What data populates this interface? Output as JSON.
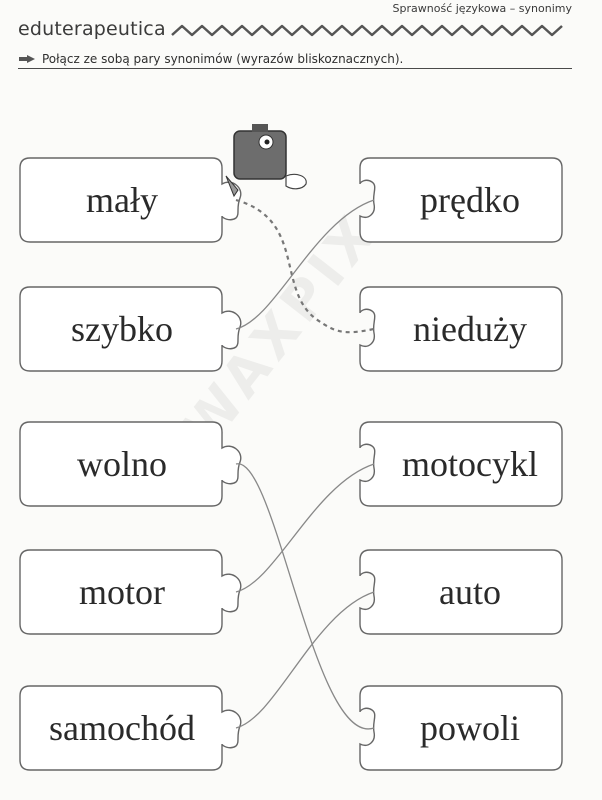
{
  "header": {
    "section": "Sprawność językowa – synonimy",
    "brand": "eduterapeutica",
    "instruction": "Połącz ze sobą pary synonimów (wyrazów bliskoznacznych)."
  },
  "puzzle": {
    "left_words": [
      "mały",
      "szybko",
      "wolno",
      "motor",
      "samochód"
    ],
    "right_words": [
      "prędko",
      "nieduży",
      "motocykl",
      "auto",
      "powoli"
    ],
    "connections": [
      {
        "left": "mały",
        "right": "nieduży",
        "style": "dashed"
      },
      {
        "left": "szybko",
        "right": "prędko",
        "style": "solid"
      },
      {
        "left": "wolno",
        "right": "powoli",
        "style": "solid"
      },
      {
        "left": "motor",
        "right": "motocykl",
        "style": "solid"
      },
      {
        "left": "samochód",
        "right": "auto",
        "style": "solid"
      }
    ]
  },
  "icons": {
    "mascot": "robot-mascot-icon",
    "pointer": "pointing-hand-icon",
    "decoration": "zigzag-border-icon"
  },
  "watermark": "WAXPIX"
}
